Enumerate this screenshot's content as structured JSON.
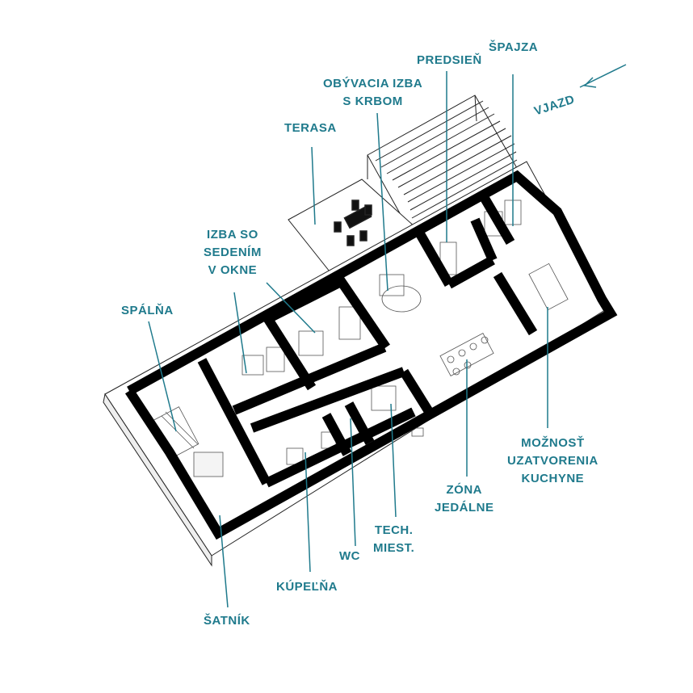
{
  "labels": {
    "predsien": "PREDSIEŇ",
    "spajza": "ŠPAJZA",
    "obyvacia_l1": "OBÝVACIA IZBA",
    "obyvacia_l2": "S KRBOM",
    "vjazd": "VJAZD",
    "terasa": "TERASA",
    "izba_l1": "IZBA SO",
    "izba_l2": "SEDENÍM",
    "izba_l3": "V OKNE",
    "spalna": "SPÁLŇA",
    "moznost_l1": "MOŽNOSŤ",
    "moznost_l2": "UZATVORENIA",
    "moznost_l3": "KUCHYNE",
    "zona_l1": "ZÓNA",
    "zona_l2": "JEDÁLNE",
    "tech_l1": "TECH.",
    "tech_l2": "MIEST.",
    "wc": "WC",
    "kupelna": "KÚPEĽŇA",
    "satnik": "ŠATNÍK"
  },
  "colors": {
    "label": "#1f7a8c",
    "wall": "#000000",
    "line": "#1f7a8c"
  }
}
